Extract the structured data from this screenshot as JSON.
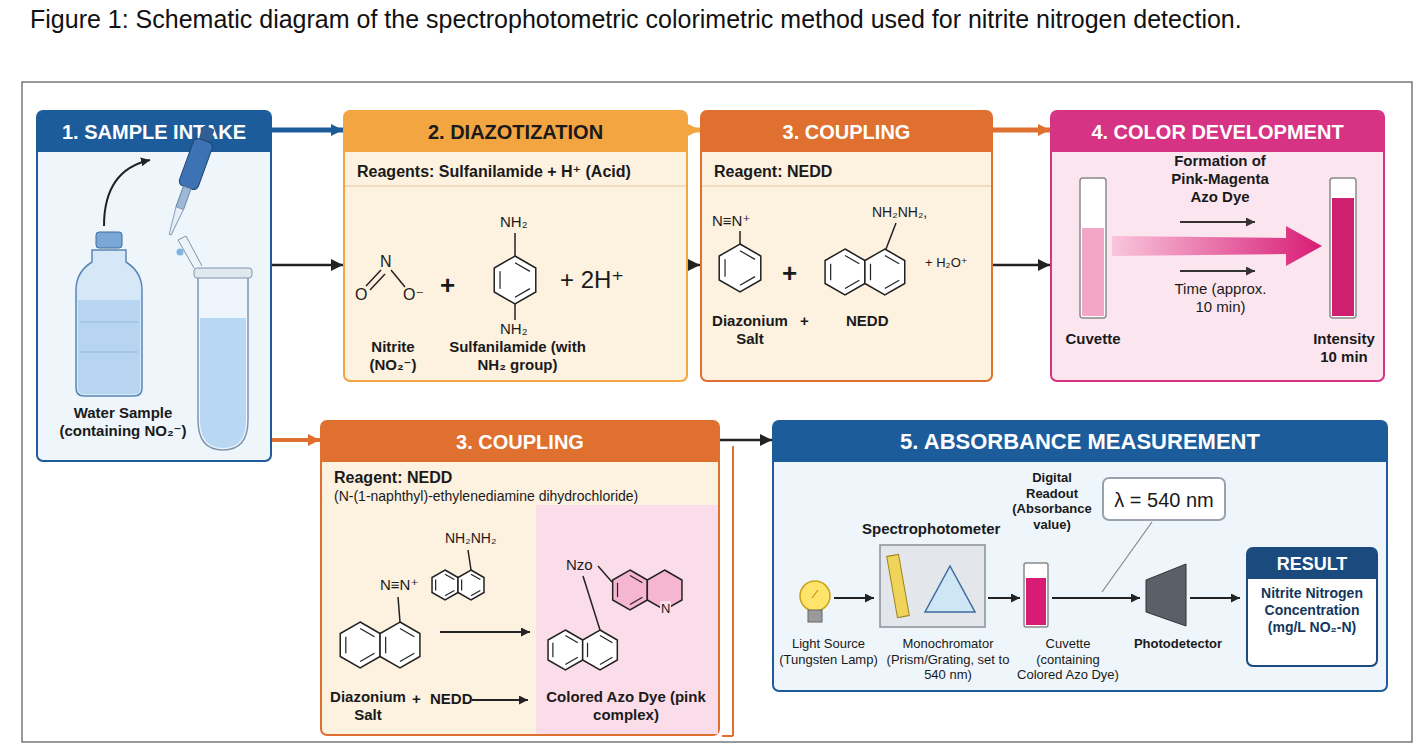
{
  "diagram": {
    "title": "Figure 1: Schematic diagram of the spectrophotometric colorimetric method used for nitrite nitrogen detection.",
    "nodes": [
      {
        "text": [
          "1. SAMPLE INTAKE",
          "Water Sample (containing NO₂⁻)"
        ]
      },
      {
        "text": [
          "2. DIAZOTIZATION",
          "Reagents: Sulfanilamide + H⁺ (Acid)"
        ]
      },
      {
        "text": [
          "3. COUPLING",
          "Reagent: NEDD"
        ]
      },
      {
        "text": [
          "4. COLOR DEVELOPMENT"
        ]
      },
      {
        "text": [
          "3. COUPLING",
          "Reagent: NEDD",
          "(N-(1-naphthyl)-ethylenediamine dihydrochloride)"
        ]
      },
      {
        "text": [
          "5. ABSORBANCE MEASUREMENT"
        ]
      },
      {
        "text": [
          "RESULT",
          "Nitrite Nitrogen Concentration (mg/L NO₂-N)"
        ],
        "in": 5
      },
      {
        "text": [
          "λ = 540 nm"
        ],
        "in": 5
      }
    ],
    "edges": [
      {
        "from": 0,
        "to": 1,
        "arrow": "to"
      },
      {
        "from": 0,
        "to": 1,
        "arrow": "to"
      },
      {
        "from": 1,
        "to": 2,
        "arrow": "to"
      },
      {
        "from": 1,
        "to": 2,
        "arrow": "to"
      },
      {
        "from": 2,
        "to": 3,
        "arrow": "to"
      },
      {
        "from": 2,
        "to": 3,
        "arrow": "to"
      },
      {
        "from": 0,
        "to": 4,
        "arrow": "to"
      },
      {
        "from": 4,
        "to": 5,
        "arrow": "to"
      }
    ],
    "labels": [
      "O",
      "N",
      "O⁻",
      "+",
      "NH₂",
      "NH₂",
      "+ 2H⁺",
      "Nitrite (NO₂⁻)",
      "Sulfanilamide (with NH₂ group)",
      "N≡N⁺",
      "+",
      "NH₂NH₂,",
      "+ H₂O⁺",
      "Diazonium Salt",
      "+",
      "NEDD",
      "Formation of Pink-Magenta Azo Dye",
      "Time (approx. 10 min)",
      "Cuvette",
      "Intensity 10 min",
      "N≡N⁺",
      "NH₂NH₂",
      "Nzo",
      "N",
      "Diazonium Salt",
      "+",
      "NEDD",
      "Colored Azo Dye (pink complex)",
      "Spectrophotometer",
      "Digital Readout (Absorbance value)",
      "Light Source (Tungsten Lamp)",
      "Monochromator (Prism/Grating, set to 540 nm)",
      "Cuvette (containing Colored Azo Dye)",
      "Photodetector"
    ]
  }
}
